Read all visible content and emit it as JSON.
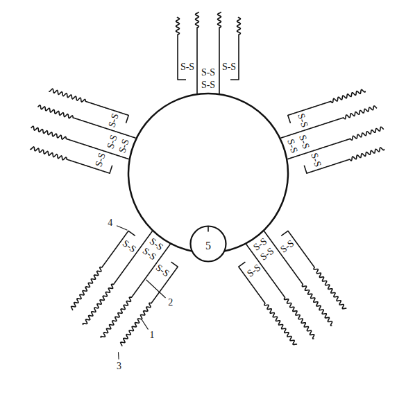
{
  "diagram": {
    "nodes": [
      {
        "text": [
          "5"
        ]
      }
    ],
    "labels": [
      "S-S",
      "S-S",
      "S-S",
      "S-S",
      "S-S",
      "S-S",
      "S-S",
      "S-S",
      "S-S",
      "S-S",
      "S-S",
      "S-S",
      "S-S",
      "S-S",
      "S-S",
      "S-S",
      "S-S",
      "S-S",
      "S-S",
      "S-S",
      "1",
      "2",
      "3",
      "4"
    ]
  }
}
